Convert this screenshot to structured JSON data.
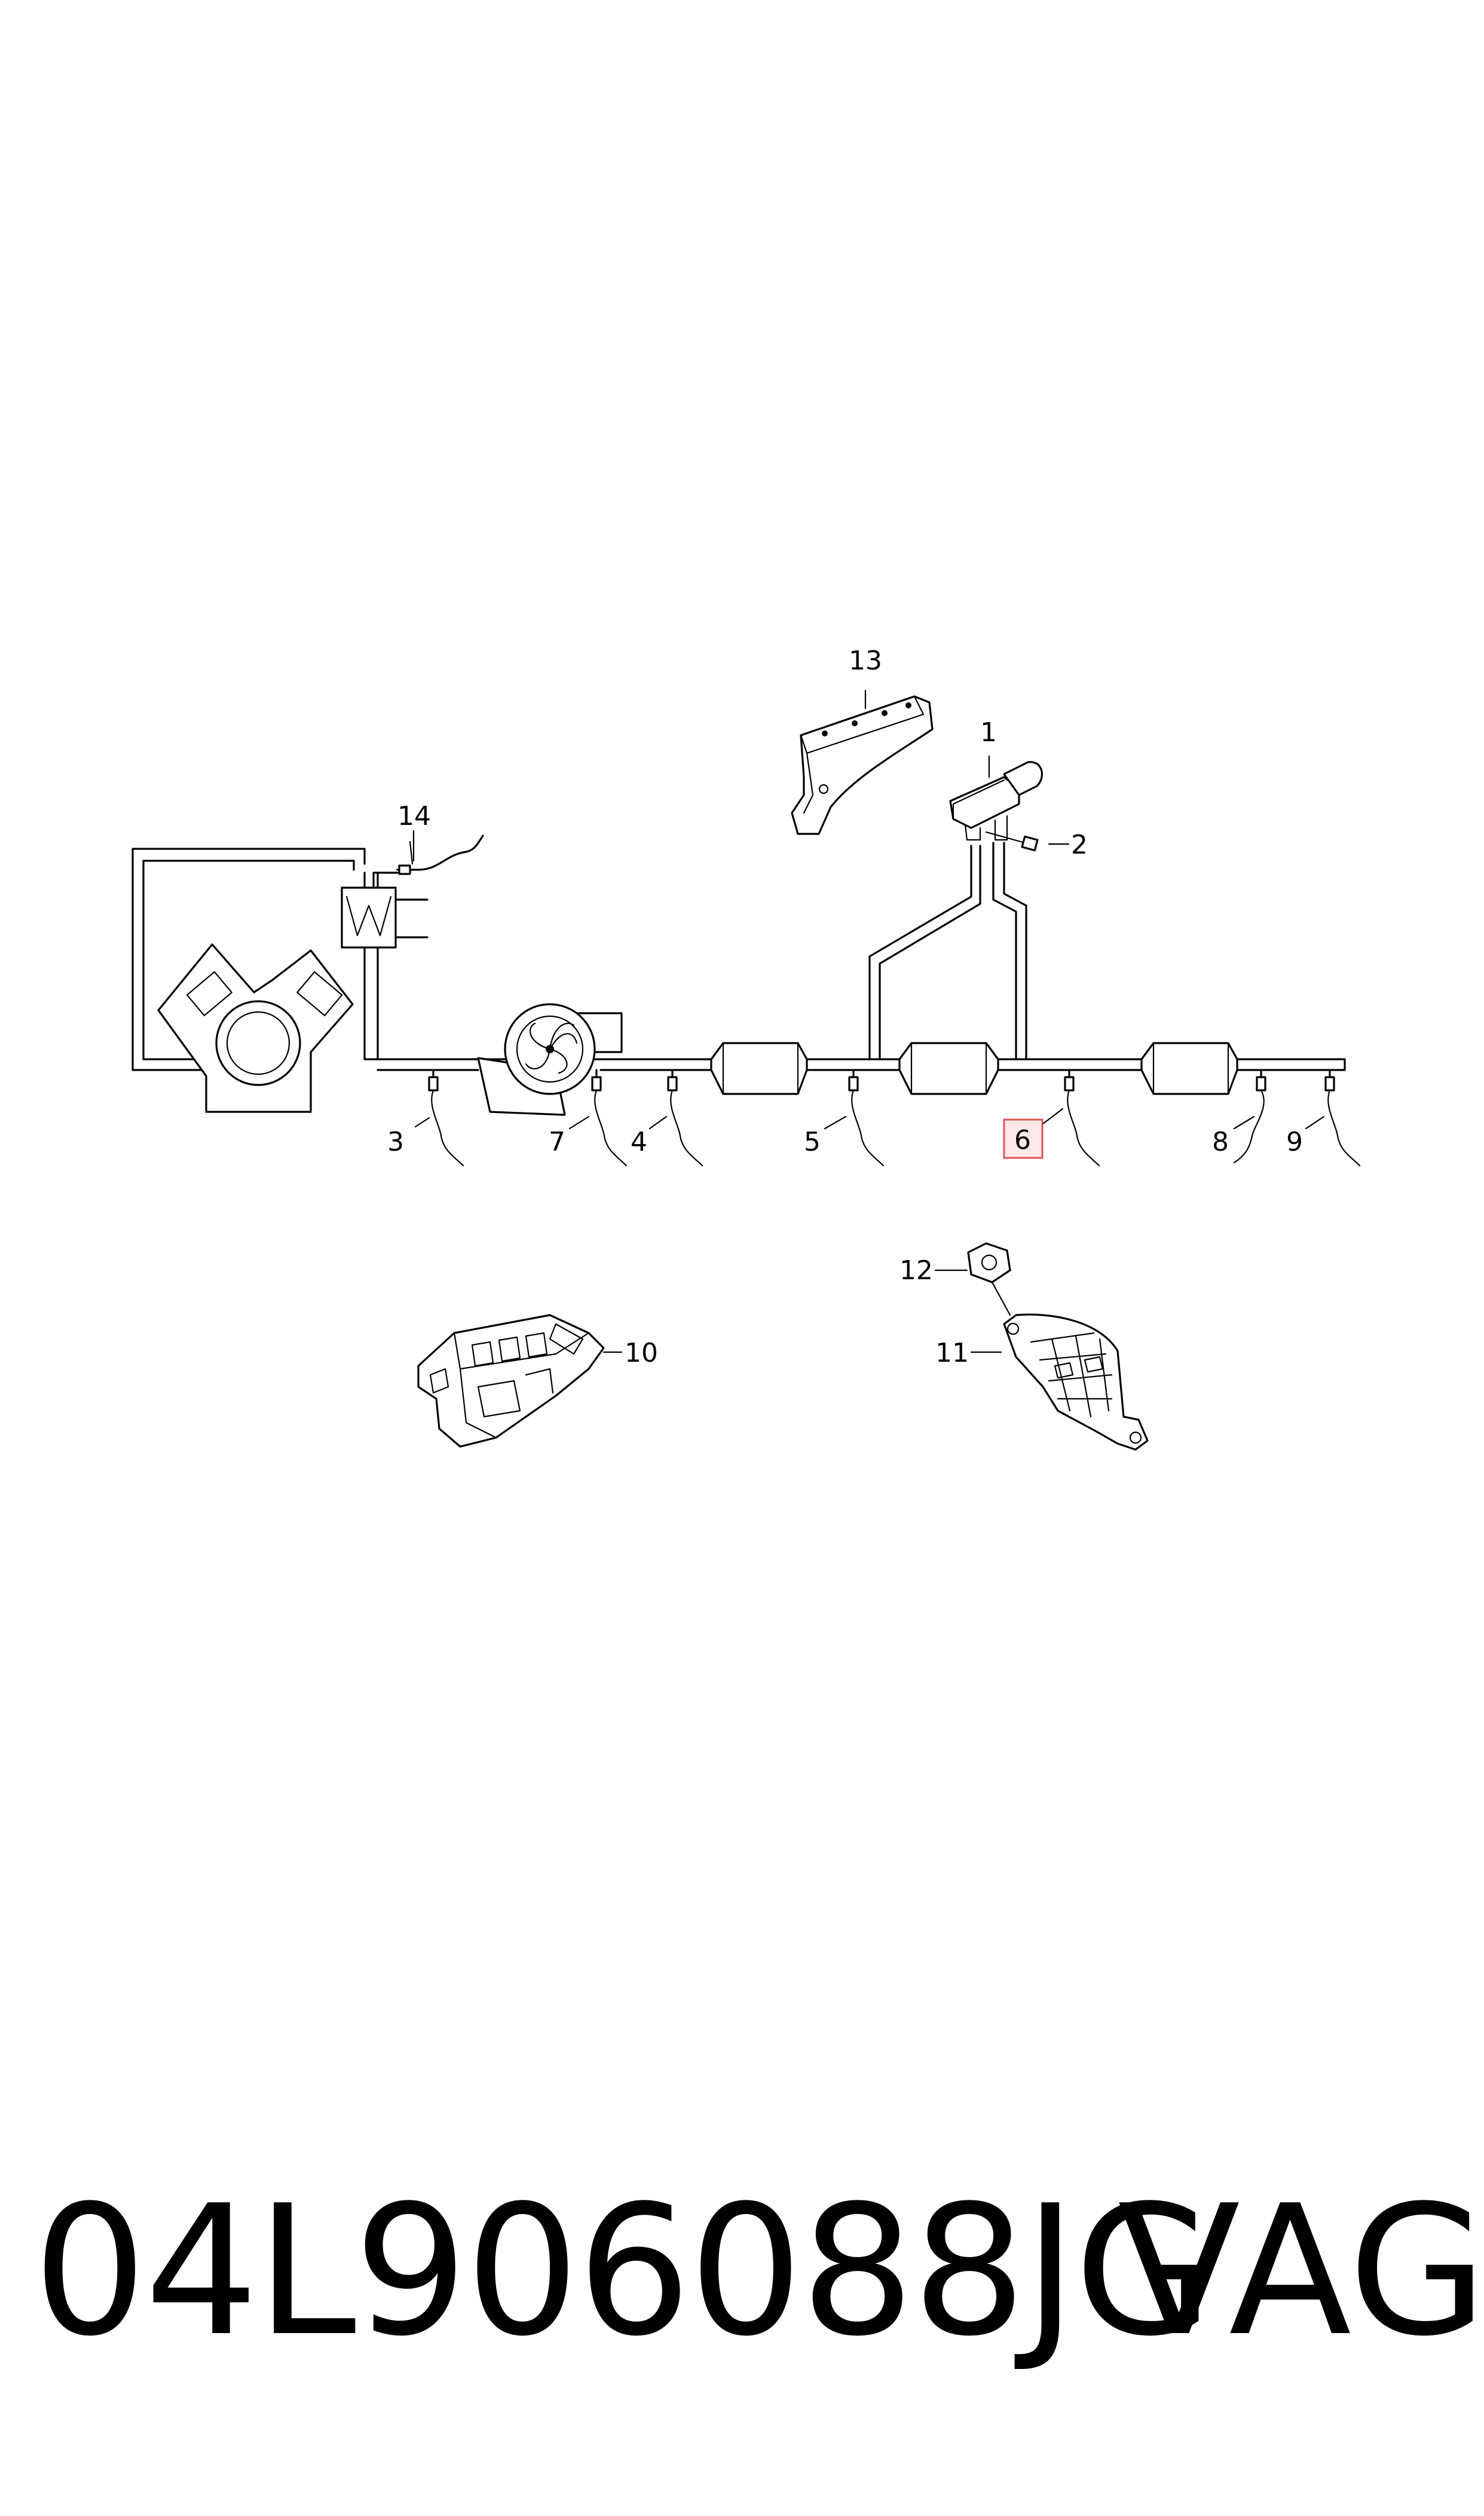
{
  "diagram": {
    "callouts": {
      "c1": "1",
      "c2": "2",
      "c3": "3",
      "c4": "4",
      "c5": "5",
      "c6": "6",
      "c7": "7",
      "c8": "8",
      "c9": "9",
      "c10": "10",
      "c11": "11",
      "c12": "12",
      "c13": "13",
      "c14": "14"
    },
    "highlighted_callout": "6",
    "highlight_color": "#e05555"
  },
  "footer": {
    "part_number": "04L906088JG",
    "brand": "VAG"
  }
}
